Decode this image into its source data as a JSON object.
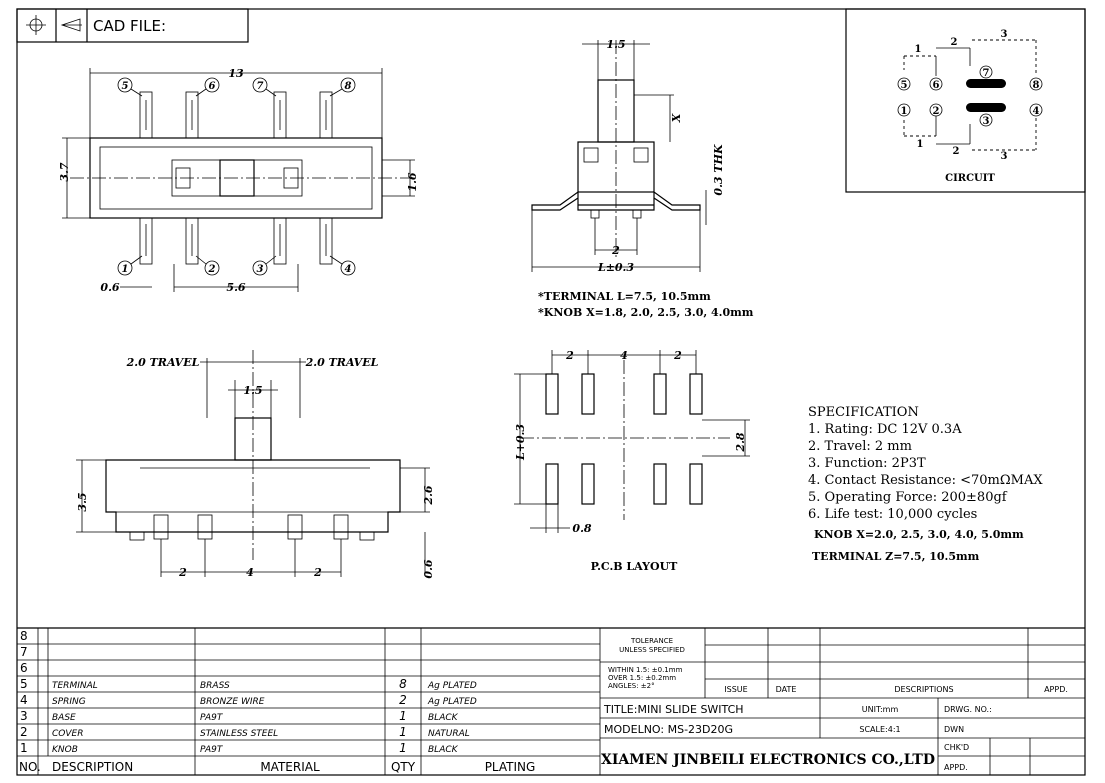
{
  "header": {
    "cad_label": "CAD FILE:"
  },
  "top_view": {
    "width_dim": "13",
    "height_dim": "3.7",
    "knob_dim": "1.6",
    "pin_pitch_dim": "5.6",
    "pin_width_dim": "0.6",
    "pins_top": [
      "5",
      "6",
      "7",
      "8"
    ],
    "pins_bottom": [
      "1",
      "2",
      "3",
      "4"
    ]
  },
  "side_view": {
    "knob_width": "1.5",
    "knob_height": "X",
    "thickness": "0.3 THK",
    "inner": "2",
    "overall": "L±0.3",
    "note1": "*TERMINAL L=7.5, 10.5mm",
    "note2": "*KNOB X=1.8, 2.0, 2.5, 3.0, 4.0mm"
  },
  "front_view": {
    "travel_left": "2.0 TRAVEL",
    "travel_right": "2.0 TRAVEL",
    "knob_width": "1.5",
    "height": "3.5",
    "body_height": "2.6",
    "pin_height": "0.6",
    "pitch_left": "2",
    "pitch_mid": "4",
    "pitch_right": "2"
  },
  "pcb_layout": {
    "pitch_left": "2",
    "pitch_mid": "4",
    "pitch_right": "2",
    "length": "L+0.3",
    "row_gap": "2.8",
    "pad_width": "0.8",
    "title": "P.C.B LAYOUT"
  },
  "circuit": {
    "title": "CIRCUIT",
    "top_labels": [
      "1",
      "2",
      "3"
    ],
    "bottom_labels": [
      "1",
      "2",
      "3"
    ],
    "top_pins": [
      "5",
      "6",
      "7",
      "8"
    ],
    "bottom_pins": [
      "1",
      "2",
      "3",
      "4"
    ]
  },
  "specification": {
    "title": "SPECIFICATION",
    "lines": [
      "1. Rating: DC 12V 0.3A",
      "2. Travel: 2 mm",
      "3. Function: 2P3T",
      "4. Contact Resistance: <70mΩMAX",
      "5. Operating Force: 200±80gf",
      "6. Life test: 10,000 cycles"
    ],
    "knob": "KNOB X=2.0, 2.5, 3.0, 4.0, 5.0mm",
    "terminal": "TERMINAL Z=7.5, 10.5mm"
  },
  "bom": {
    "rows": [
      {
        "no": "8",
        "desc": "",
        "mat": "",
        "qty": "",
        "plating": ""
      },
      {
        "no": "7",
        "desc": "",
        "mat": "",
        "qty": "",
        "plating": ""
      },
      {
        "no": "6",
        "desc": "",
        "mat": "",
        "qty": "",
        "plating": ""
      },
      {
        "no": "5",
        "desc": "TERMINAL",
        "mat": "BRASS",
        "qty": "8",
        "plating": "Ag PLATED"
      },
      {
        "no": "4",
        "desc": "SPRING",
        "mat": "BRONZE WIRE",
        "qty": "2",
        "plating": "Ag PLATED"
      },
      {
        "no": "3",
        "desc": "BASE",
        "mat": "PA9T",
        "qty": "1",
        "plating": "BLACK"
      },
      {
        "no": "2",
        "desc": "COVER",
        "mat": "STAINLESS STEEL",
        "qty": "1",
        "plating": "NATURAL"
      },
      {
        "no": "1",
        "desc": "KNOB",
        "mat": "PA9T",
        "qty": "1",
        "plating": "BLACK"
      }
    ],
    "header": {
      "no": "NO.",
      "desc": "DESCRIPTION",
      "mat": "MATERIAL",
      "qty": "QTY",
      "plating": "PLATING"
    }
  },
  "title_block": {
    "tolerance": "TOLERANCE",
    "unless": "UNLESS SPECIFIED",
    "within": "WITHIN 1.5: ±0.1mm",
    "over": "OVER 1.5: ±0.2mm",
    "angles": "ANGLES: ±2°",
    "issue": "ISSUE",
    "date": "DATE",
    "descriptions": "DESCRIPTIONS",
    "appd": "APPD.",
    "title": "TITLE:MINI SLIDE SWITCH",
    "unit": "UNIT:mm",
    "drwg": "DRWG. NO.:",
    "model": "MODELNO: MS-23D20G",
    "scale": "SCALE:4:1",
    "dwn": "DWN",
    "company": "XIAMEN JINBEILI ELECTRONICS CO.,LTD",
    "chkd": "CHK'D",
    "appd2": "APPD."
  }
}
